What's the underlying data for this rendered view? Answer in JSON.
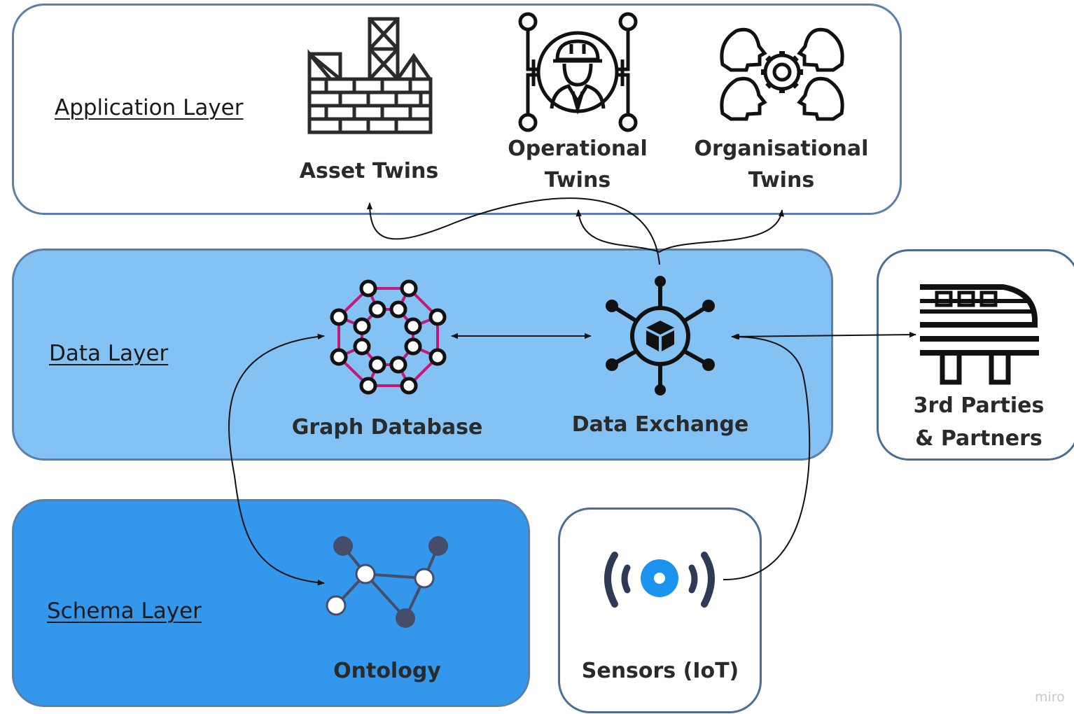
{
  "layers": {
    "application": {
      "title": "Application Layer"
    },
    "data": {
      "title": "Data Layer"
    },
    "schema": {
      "title": "Schema Layer"
    }
  },
  "nodes": {
    "asset_twins": "Asset Twins",
    "operational_twins": [
      "Operational",
      "Twins"
    ],
    "organisational_twins": [
      "Organisational",
      "Twins"
    ],
    "graph_database": "Graph Database",
    "data_exchange": "Data Exchange",
    "third_parties": [
      "3rd Parties",
      "& Partners"
    ],
    "ontology": "Ontology",
    "sensors": "Sensors (IoT)"
  },
  "watermark": "miro",
  "colors": {
    "application_fill": "#ffffff",
    "data_fill": "#84c2f4",
    "schema_fill": "#3397ec",
    "border": "#5a7fa8",
    "graph_edge": "#c2187a",
    "sensor_accent": "#1a94ee",
    "ontology_dark": "#464d6a"
  },
  "icons": {
    "asset_twins": "factory-icon",
    "operational_twins": "worker-network-icon",
    "organisational_twins": "team-gear-icon",
    "graph_database": "graph-network-icon",
    "data_exchange": "hub-cube-icon",
    "third_parties": "train-icon",
    "ontology": "ontology-graph-icon",
    "sensors": "wireless-sensor-icon"
  }
}
